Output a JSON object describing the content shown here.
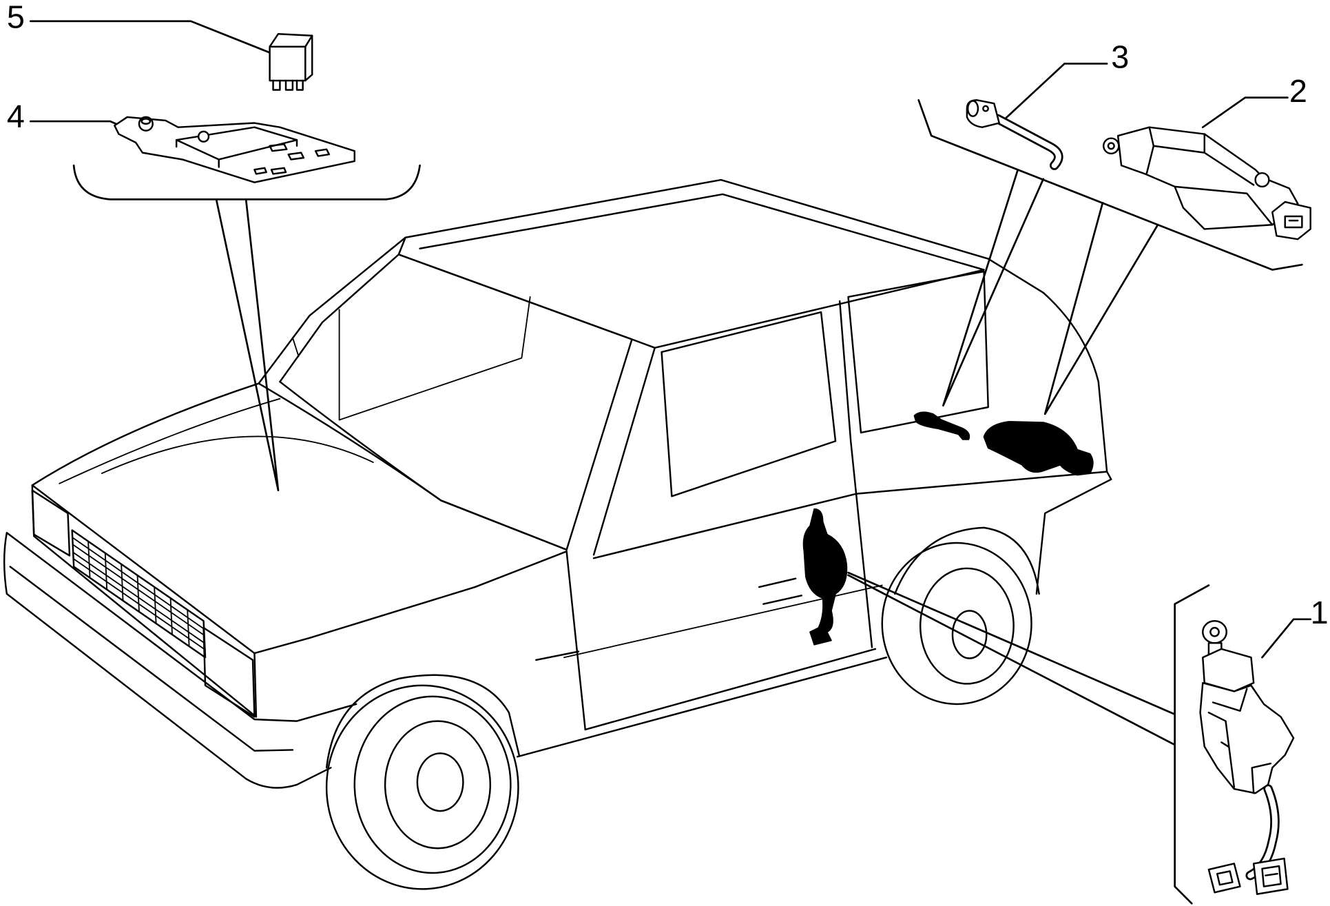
{
  "callouts": [
    {
      "label": "5"
    },
    {
      "label": "4"
    },
    {
      "label": "3"
    },
    {
      "label": "2"
    },
    {
      "label": "1"
    }
  ],
  "colors": {
    "line": "#000000",
    "background": "#ffffff"
  }
}
